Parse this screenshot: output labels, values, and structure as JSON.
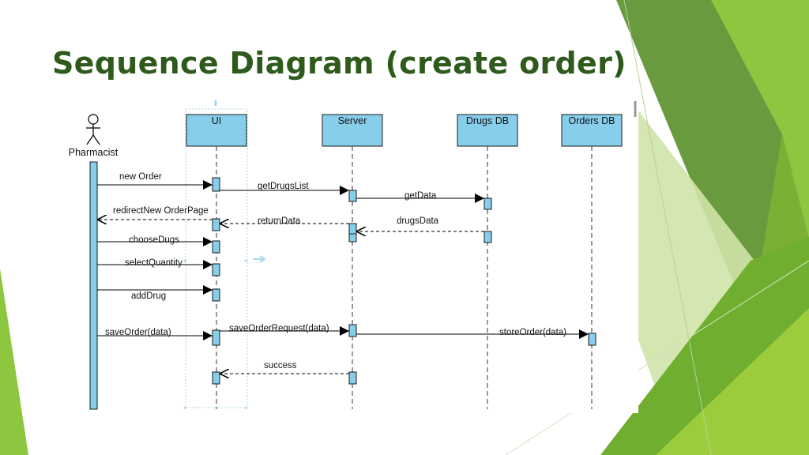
{
  "slide": {
    "title": "Sequence Diagram (create order)"
  },
  "colors": {
    "title": "#2e5a1c",
    "lifeline_box": "#87ceeb",
    "activation": "#87ceeb",
    "accent_green": "#8dc63f"
  },
  "diagram": {
    "actor": {
      "name": "Pharmacist",
      "icon": "stick-figure-icon"
    },
    "participants": [
      {
        "id": "ui",
        "label": "UI"
      },
      {
        "id": "server",
        "label": "Server"
      },
      {
        "id": "drugs_db",
        "label": "Drugs DB"
      },
      {
        "id": "orders_db",
        "label": "Orders DB"
      }
    ],
    "messages": [
      {
        "from": "pharmacist",
        "to": "ui",
        "label": "new Order",
        "kind": "sync"
      },
      {
        "from": "ui",
        "to": "server",
        "label": "getDrugsList",
        "kind": "sync"
      },
      {
        "from": "server",
        "to": "drugs_db",
        "label": "getData",
        "kind": "sync"
      },
      {
        "from": "ui",
        "to": "pharmacist",
        "label": "redirectNew OrderPage",
        "kind": "return"
      },
      {
        "from": "server",
        "to": "ui",
        "label": "returnData",
        "kind": "return"
      },
      {
        "from": "drugs_db",
        "to": "server",
        "label": "drugsData",
        "kind": "return"
      },
      {
        "from": "pharmacist",
        "to": "ui",
        "label": "chooseDugs",
        "kind": "sync"
      },
      {
        "from": "pharmacist",
        "to": "ui",
        "label": "selectQuantity",
        "kind": "sync"
      },
      {
        "from": "pharmacist",
        "to": "ui",
        "label": "addDrug",
        "kind": "sync"
      },
      {
        "from": "pharmacist",
        "to": "ui",
        "label": "saveOrder(data)",
        "kind": "sync"
      },
      {
        "from": "ui",
        "to": "server",
        "label": "saveOrderRequest(data)",
        "kind": "sync"
      },
      {
        "from": "server",
        "to": "orders_db",
        "label": "storeOrder(data)",
        "kind": "sync"
      },
      {
        "from": "server",
        "to": "ui",
        "label": "success",
        "kind": "return"
      }
    ]
  }
}
